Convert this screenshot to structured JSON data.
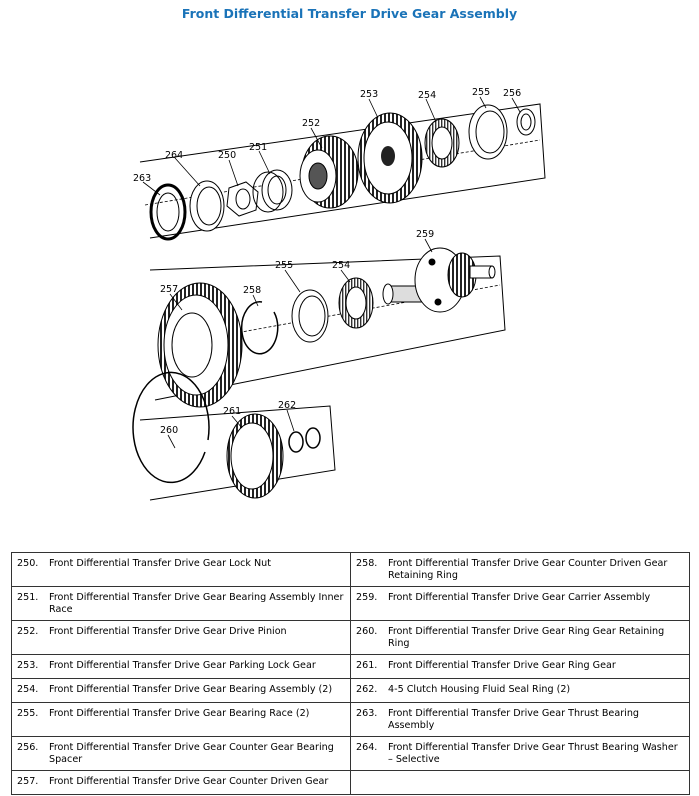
{
  "title": "Front Differential Transfer Drive Gear Assembly",
  "callouts": {
    "c250": "250",
    "c251": "251",
    "c252": "252",
    "c253": "253",
    "c254a": "254",
    "c255a": "255",
    "c256": "256",
    "c263": "263",
    "c264": "264",
    "c257": "257",
    "c258": "258",
    "c255b": "255",
    "c254b": "254",
    "c259": "259",
    "c260": "260",
    "c261": "261",
    "c262": "262"
  },
  "parts": {
    "rows": [
      {
        "left": {
          "num": "250.",
          "desc": "Front Differential Transfer Drive Gear Lock Nut"
        },
        "right": {
          "num": "258.",
          "desc": "Front Differential Transfer Drive Gear Counter Driven Gear Retaining Ring"
        }
      },
      {
        "left": {
          "num": "251.",
          "desc": "Front Differential Transfer Drive Gear Bearing Assembly Inner Race"
        },
        "right": {
          "num": "259.",
          "desc": "Front Differential Transfer Drive Gear Carrier Assembly"
        }
      },
      {
        "left": {
          "num": "252.",
          "desc": "Front Differential Transfer Drive Gear Drive Pinion"
        },
        "right": {
          "num": "260.",
          "desc": "Front Differential Transfer Drive Gear Ring Gear Retaining Ring"
        }
      },
      {
        "left": {
          "num": "253.",
          "desc": "Front Differential Transfer Drive Gear Parking Lock Gear"
        },
        "right": {
          "num": "261.",
          "desc": "Front Differential Transfer Drive Gear Ring Gear"
        }
      },
      {
        "left": {
          "num": "254.",
          "desc": "Front Differential Transfer Drive Gear Bearing Assembly (2)"
        },
        "right": {
          "num": "262.",
          "desc": "4-5 Clutch Housing Fluid Seal Ring (2)"
        }
      },
      {
        "left": {
          "num": "255.",
          "desc": "Front Differential Transfer Drive Gear Bearing Race (2)"
        },
        "right": {
          "num": "263.",
          "desc": "Front Differential Transfer Drive Gear Thrust Bearing Assembly"
        }
      },
      {
        "left": {
          "num": "256.",
          "desc": "Front Differential Transfer Drive Gear Counter Gear Bearing Spacer"
        },
        "right": {
          "num": "264.",
          "desc": "Front Differential Transfer Drive Gear Thrust Bearing Washer – Selective"
        }
      },
      {
        "left": {
          "num": "257.",
          "desc": "Front Differential Transfer Drive Gear Counter Driven Gear"
        },
        "right": {
          "num": "",
          "desc": ""
        }
      }
    ]
  }
}
